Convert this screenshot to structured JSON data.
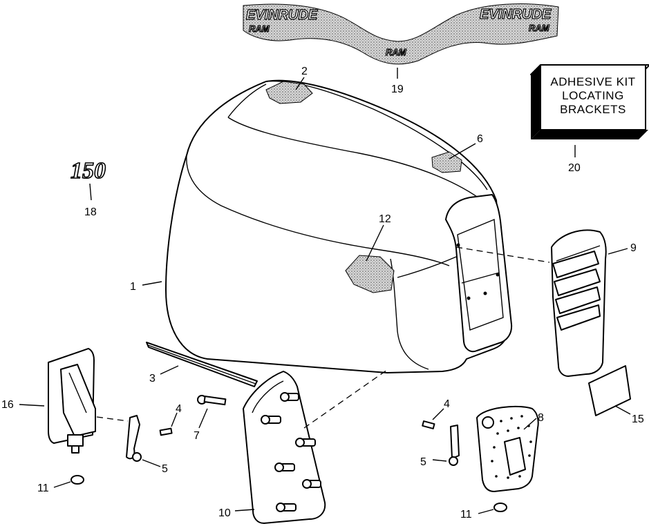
{
  "colors": {
    "line": "#000000",
    "paper": "#ffffff",
    "speckle": "#9a9a9a"
  },
  "decal": {
    "brand_left": "EVINRUDE",
    "ram_left": "RAM",
    "ram_center": "RAM",
    "brand_right": "EVINRUDE",
    "ram_right": "RAM"
  },
  "badge": {
    "text": "150"
  },
  "kit_box": {
    "line1": "ADHESIVE KIT",
    "line2": "LOCATING",
    "line3": "BRACKETS"
  },
  "callouts": {
    "c1": "1",
    "c2": "2",
    "c3": "3",
    "c4a": "4",
    "c4b": "4",
    "c5a": "5",
    "c5b": "5",
    "c6": "6",
    "c7": "7",
    "c8": "8",
    "c9": "9",
    "c10": "10",
    "c11a": "11",
    "c11b": "11",
    "c12": "12",
    "c15": "15",
    "c16": "16",
    "c18": "18",
    "c19": "19",
    "c20": "20"
  }
}
